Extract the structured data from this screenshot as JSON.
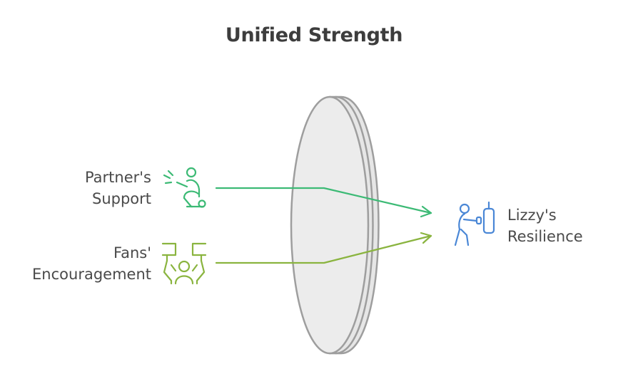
{
  "title": "Unified Strength",
  "inputs": [
    {
      "line1": "Partner's",
      "line2": "Support",
      "icon": "partner-support-icon",
      "color": "#3cba75"
    },
    {
      "line1": "Fans'",
      "line2": "Encouragement",
      "icon": "cheering-fans-icon",
      "color": "#8ab43f"
    }
  ],
  "output": {
    "line1": "Lizzy's",
    "line2": "Resilience",
    "icon": "boxer-punching-bag-icon",
    "color": "#4a87d6"
  },
  "lens": {
    "fill": "#ececec",
    "stroke": "#9e9e9e"
  }
}
